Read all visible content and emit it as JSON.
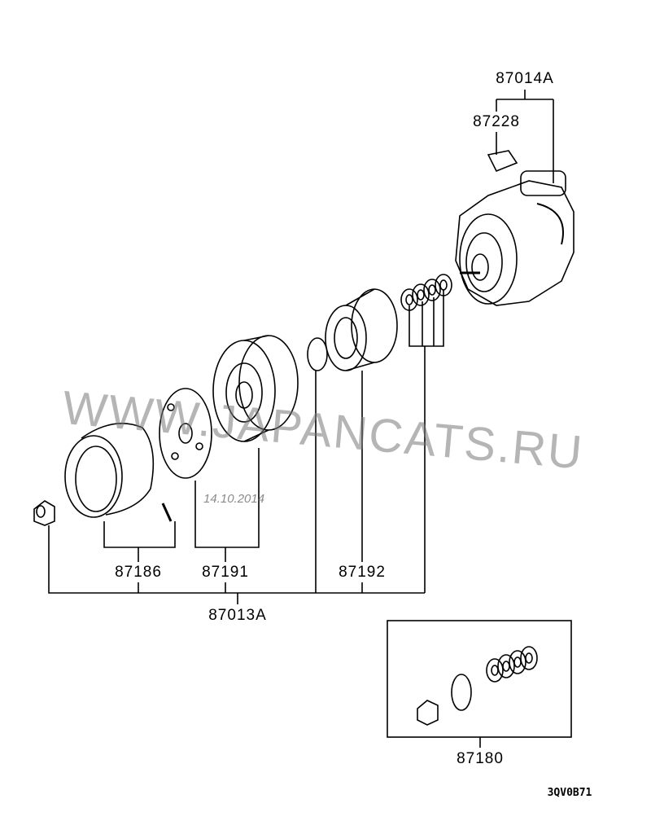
{
  "labels": {
    "compressor_assy": "87014A",
    "switch": "87228",
    "cover": "87186",
    "armature": "87191",
    "coil": "87192",
    "clutch_assy": "87013A",
    "kit": "87180"
  },
  "diagram_code": "3QV0B71",
  "watermark": "WWW.JAPANCATS.RU",
  "watermark_date": "14.10.2014"
}
